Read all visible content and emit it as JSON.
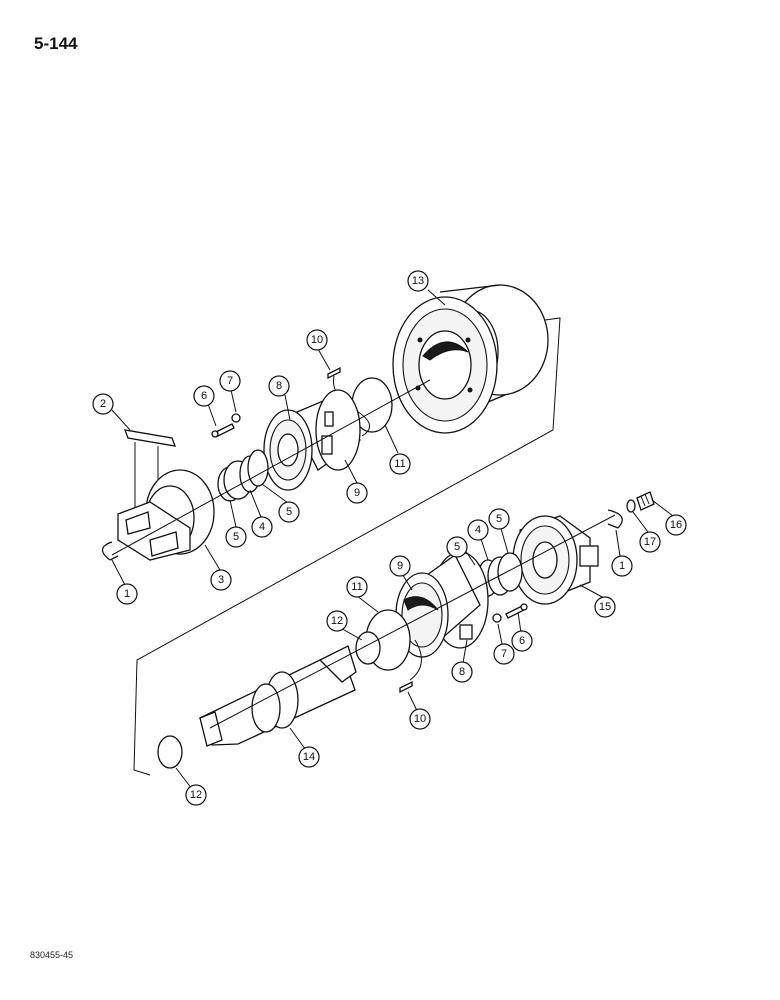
{
  "page": {
    "number": "5-144",
    "figure_code": "830455-45"
  },
  "callouts": [
    {
      "id": "c13",
      "label": "13"
    },
    {
      "id": "c10a",
      "label": "10"
    },
    {
      "id": "c2",
      "label": "2"
    },
    {
      "id": "c6a",
      "label": "6"
    },
    {
      "id": "c7a",
      "label": "7"
    },
    {
      "id": "c8a",
      "label": "8"
    },
    {
      "id": "c11a",
      "label": "11"
    },
    {
      "id": "c9a",
      "label": "9"
    },
    {
      "id": "c5a",
      "label": "5"
    },
    {
      "id": "c4a",
      "label": "4"
    },
    {
      "id": "c5b",
      "label": "5"
    },
    {
      "id": "c3",
      "label": "3"
    },
    {
      "id": "c1a",
      "label": "1"
    },
    {
      "id": "c16",
      "label": "16"
    },
    {
      "id": "c17",
      "label": "17"
    },
    {
      "id": "c1b",
      "label": "1"
    },
    {
      "id": "c15",
      "label": "15"
    },
    {
      "id": "c5c",
      "label": "5"
    },
    {
      "id": "c4b",
      "label": "4"
    },
    {
      "id": "c5d",
      "label": "5"
    },
    {
      "id": "c9b",
      "label": "9"
    },
    {
      "id": "c11b",
      "label": "11"
    },
    {
      "id": "c12a",
      "label": "12"
    },
    {
      "id": "c6b",
      "label": "6"
    },
    {
      "id": "c7b",
      "label": "7"
    },
    {
      "id": "c8b",
      "label": "8"
    },
    {
      "id": "c10b",
      "label": "10"
    },
    {
      "id": "c14",
      "label": "14"
    },
    {
      "id": "c12b",
      "label": "12"
    }
  ]
}
